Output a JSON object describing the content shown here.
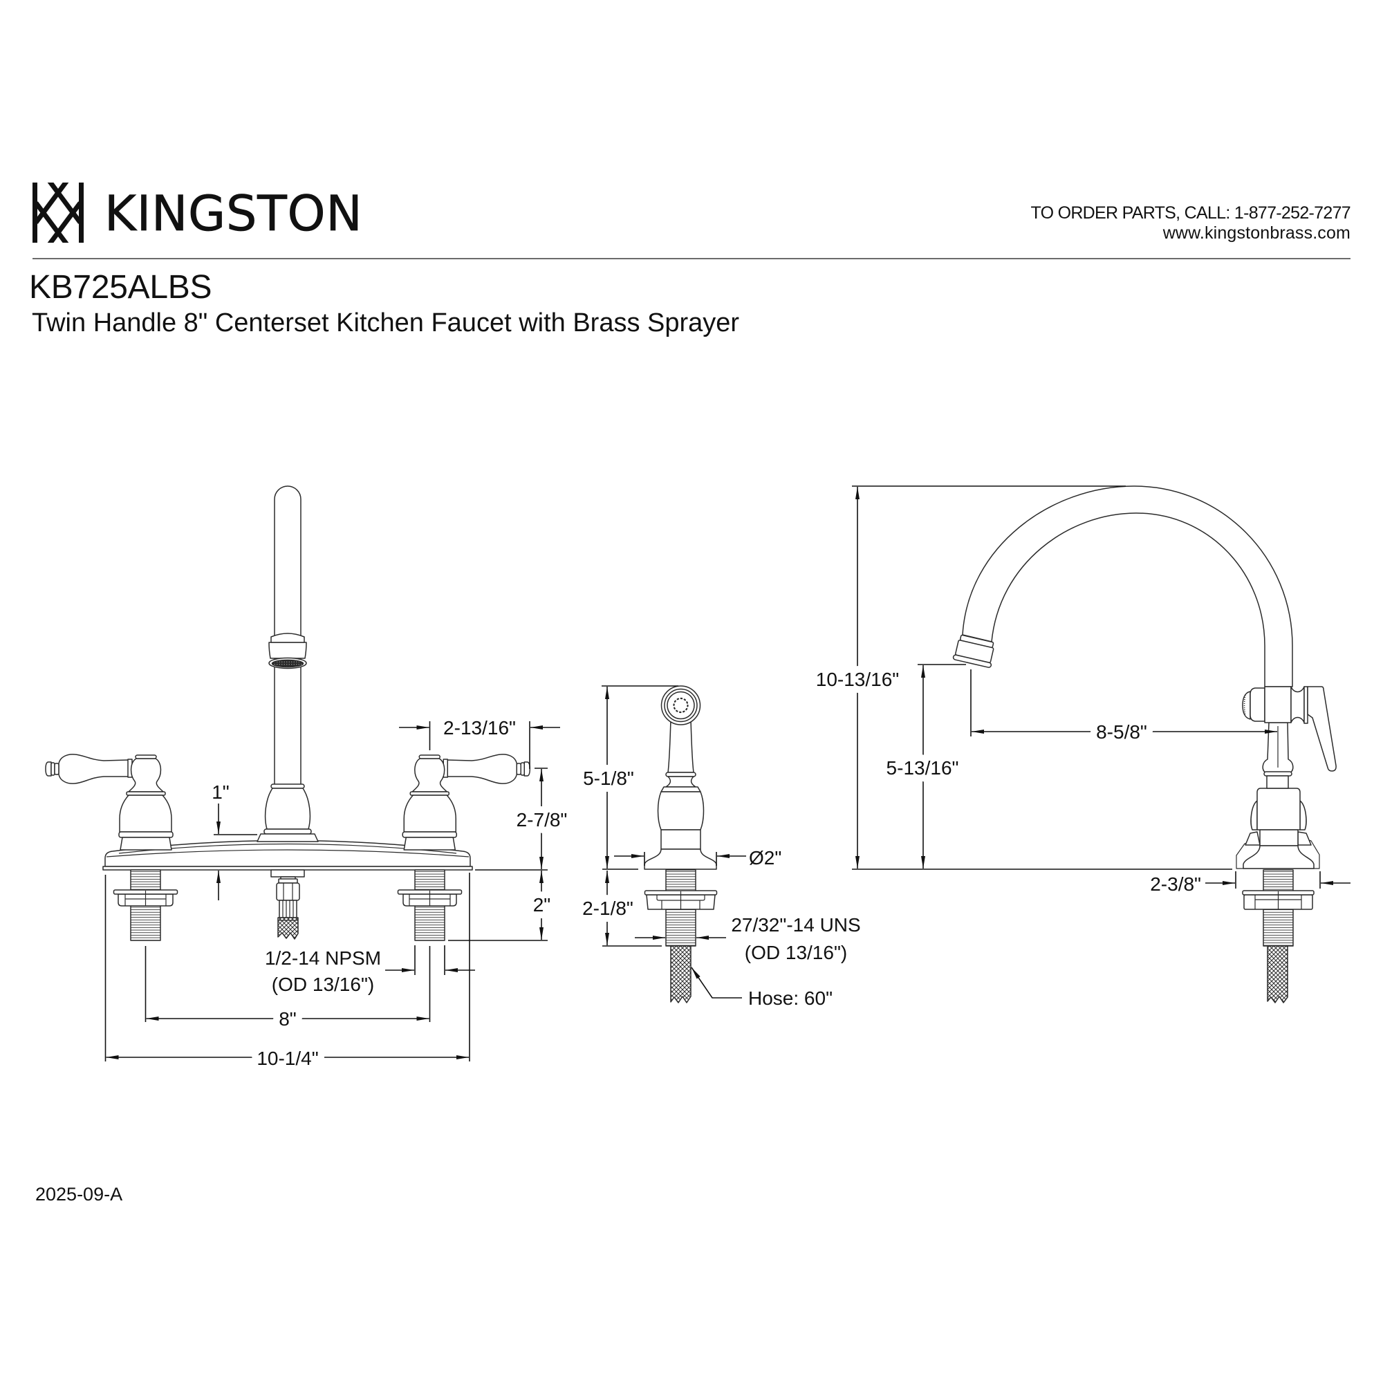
{
  "colors": {
    "ink": "#111111",
    "line": "#2b2b2b",
    "divider": "#6b6b6b",
    "background": "#ffffff"
  },
  "header": {
    "logo_icon": "kingston-monogram-icon",
    "brand_name": "KINGSTON",
    "order_parts_line": "TO ORDER PARTS, CALL: 1-877-252-7277",
    "website": "www.kingstonbrass.com"
  },
  "product": {
    "model_number": "KB725ALBS",
    "description": "Twin Handle 8\" Centerset Kitchen Faucet with Brass Sprayer"
  },
  "front_view": {
    "dimensions": {
      "lever_reach": "2-13/16\"",
      "deck_height": "1\"",
      "handle_height": "2-7/8\"",
      "shank_length": "2\"",
      "shank_thread": "1/2-14 NPSM",
      "shank_od": "(OD 13/16\")",
      "center_spacing": "8\"",
      "overall_width": "10-1/4\""
    }
  },
  "sprayer_view": {
    "dimensions": {
      "sprayer_height": "5-1/8\"",
      "base_diameter": "Ø2\"",
      "shank_length": "2-1/8\"",
      "shank_thread": "27/32\"-14 UNS",
      "shank_od": "(OD 13/16\")",
      "hose_length": "Hose: 60\""
    }
  },
  "side_view": {
    "dimensions": {
      "overall_height": "10-13/16\"",
      "spout_height": "5-13/16\"",
      "spout_reach": "8-5/8\"",
      "base_depth": "2-3/8\""
    }
  },
  "footer": {
    "revision_code": "2025-09-A"
  }
}
